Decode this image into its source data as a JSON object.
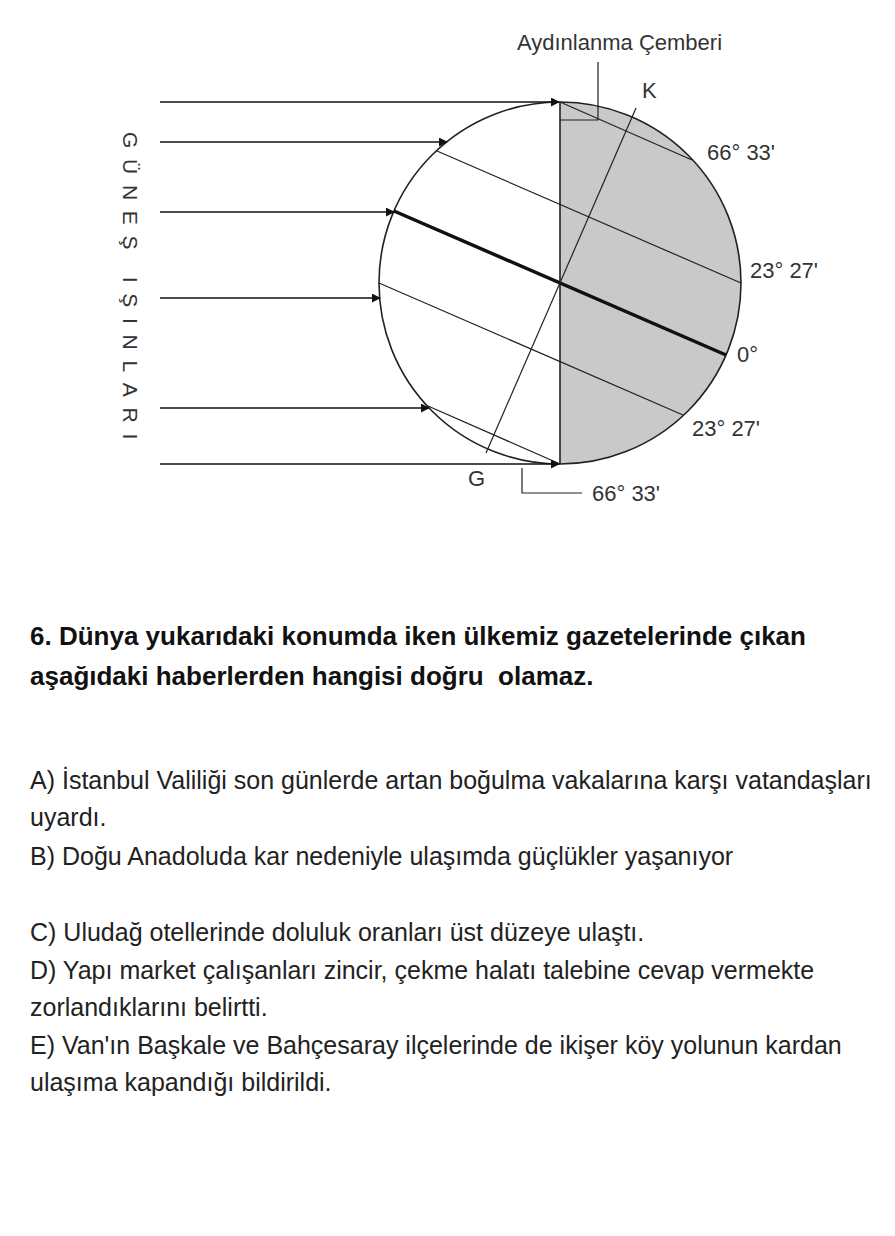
{
  "diagram": {
    "labels": [
      "Aydınlanma Çemberi",
      "GÜNEŞ IŞINLARI",
      "K",
      "66° 33'",
      "23° 27'",
      "0°",
      "23° 27'",
      "G",
      "66° 33'",
      "6. Dünya yukarıdaki konumda iken ülkemiz gazetelerinde çıkan aşağıdaki haberlerden hangisi doğru  olamaz.",
      "A) İstanbul Valiliği son günlerde artan boğulma vakalarına karşı vatandaşları uyardı.",
      "B) Doğu Anadoluda kar nedeniyle ulaşımda güçlükler yaşanıyor",
      "C) Uludağ otellerinde doluluk oranları üst düzeye ulaştı.",
      "D) Yapı market çalışanları zincir, çekme halatı talebine cevap vermekte zorlandıklarını belirtti.",
      "E) Van'ın Başkale ve Bahçesaray ilçelerinde de ikişer köy yolunun kardan ulaşıma kapandığı bildirildi."
    ]
  }
}
